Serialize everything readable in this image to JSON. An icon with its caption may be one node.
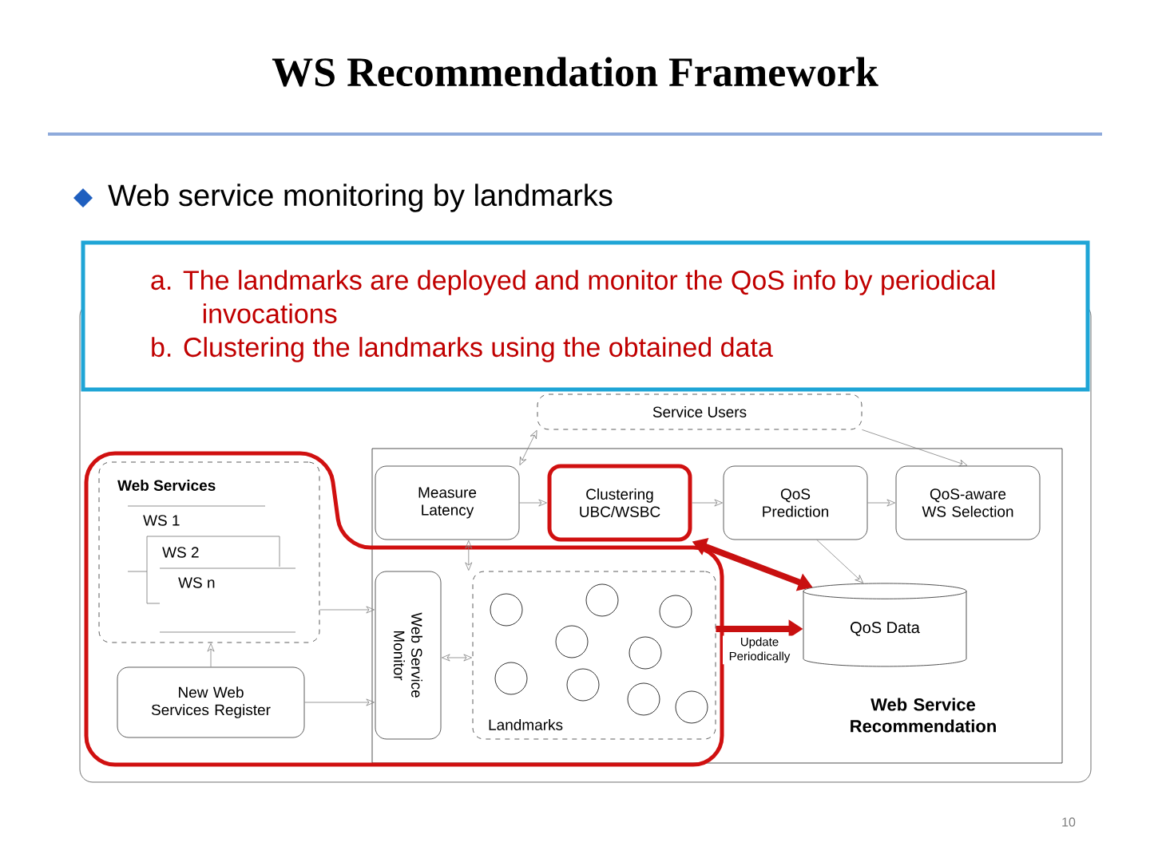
{
  "diagram": {
    "title": "WS Recommendation Framework",
    "nodes": [
      {
        "text": [
          "Service Users"
        ]
      },
      {
        "text": [
          "Web Services",
          "WS 1",
          "WS 2",
          "WS n"
        ]
      },
      {
        "text": [
          "New Web Services Register"
        ]
      },
      {
        "text": [
          "Web Service Recommendation"
        ]
      },
      {
        "text": [
          "Measure Latency"
        ],
        "in": 3
      },
      {
        "text": [
          "Clustering UBC/WSBC"
        ],
        "in": 3
      },
      {
        "text": [
          "QoS Prediction"
        ],
        "in": 3
      },
      {
        "text": [
          "QoS-aware WS Selection"
        ],
        "in": 3
      },
      {
        "text": [
          "Web Service Monitor"
        ],
        "in": 3
      },
      {
        "text": [
          "Landmarks"
        ],
        "in": 3
      },
      {
        "text": [],
        "shape": "circle",
        "in": 9
      },
      {
        "text": [],
        "shape": "circle",
        "in": 9
      },
      {
        "text": [],
        "shape": "circle",
        "in": 9
      },
      {
        "text": [],
        "shape": "circle",
        "in": 9
      },
      {
        "text": [],
        "shape": "circle",
        "in": 9
      },
      {
        "text": [],
        "shape": "circle",
        "in": 9
      },
      {
        "text": [],
        "shape": "circle",
        "in": 9
      },
      {
        "text": [],
        "shape": "circle",
        "in": 9
      },
      {
        "text": [],
        "shape": "circle",
        "in": 9
      },
      {
        "text": [
          "QoS Data"
        ],
        "in": 3
      },
      {
        "text": [
          "a. The landmarks are deployed and monitor the QoS  info by periodical invocations",
          "b. Clustering the landmarks using the obtained data"
        ]
      }
    ],
    "edges": [
      {
        "from": 0,
        "to": 4,
        "arrow": "both"
      },
      {
        "from": 0,
        "to": 7,
        "arrow": "to"
      },
      {
        "from": 4,
        "to": 5,
        "arrow": "to"
      },
      {
        "from": 5,
        "to": 6,
        "arrow": "to"
      },
      {
        "from": 6,
        "to": 7,
        "arrow": "to"
      },
      {
        "from": 6,
        "to": 19,
        "arrow": "to"
      },
      {
        "from": 4,
        "to": 9,
        "arrow": "both"
      },
      {
        "from": 1,
        "to": 8,
        "arrow": "to"
      },
      {
        "from": 2,
        "to": 8,
        "arrow": "to"
      },
      {
        "from": 2,
        "to": 1,
        "arrow": "to"
      },
      {
        "from": 8,
        "to": 9,
        "arrow": "both"
      },
      {
        "from": 9,
        "to": 19,
        "arrow": "to",
        "label": "Update Periodically",
        "style": "thick",
        "color": "#c81010"
      },
      {
        "from": 5,
        "to": 19,
        "arrow": "both",
        "style": "thick",
        "color": "#c81010"
      }
    ],
    "labels": [
      "Web service monitoring by landmarks",
      "10"
    ]
  }
}
